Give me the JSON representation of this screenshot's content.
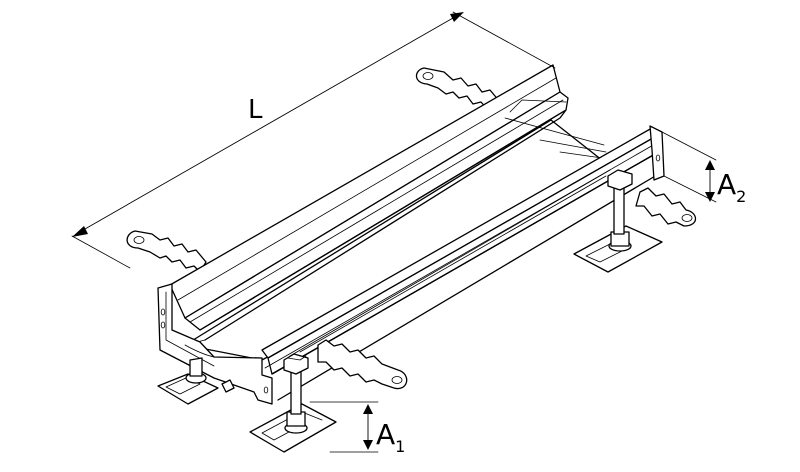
{
  "dimensions": {
    "length": "L",
    "height_front": {
      "letter": "A",
      "index": "1"
    },
    "height_rear": {
      "letter": "A",
      "index": "2"
    }
  }
}
